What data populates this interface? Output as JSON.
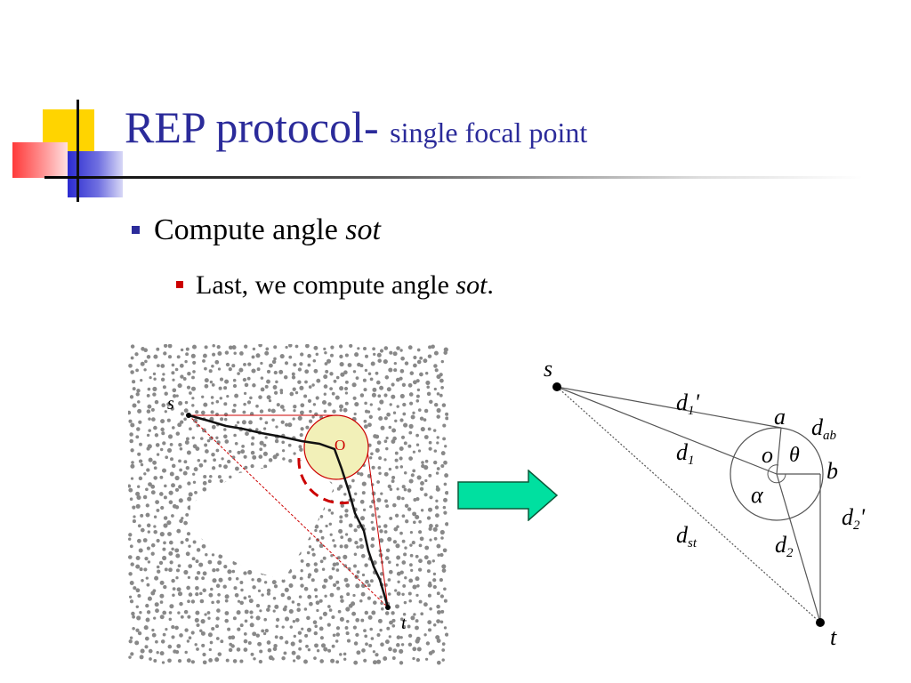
{
  "title": {
    "main": "REP protocol- ",
    "sub": "single focal point"
  },
  "bullets": [
    {
      "text": "Compute angle ",
      "italic": "sot",
      "tail": ""
    },
    {
      "text": "Last, we compute angle ",
      "italic": "sot",
      "tail": "."
    }
  ],
  "left_diagram": {
    "label_s": "s",
    "label_t": "t",
    "label_o": "O",
    "colors": {
      "boundary": "#cc0000",
      "focal_fill": "#f2f0b8",
      "dots": "#888888"
    }
  },
  "arrow": {
    "color": "#00e0a0"
  },
  "right_diagram": {
    "label_s": "s",
    "label_t": "t",
    "label_a": "a",
    "label_b": "b",
    "label_o": "o",
    "label_theta": "θ",
    "label_alpha": "α",
    "label_d1prime": {
      "base": "d",
      "sub": "1",
      "sup": "'"
    },
    "label_dab": {
      "base": "d",
      "sub": "ab"
    },
    "label_d1": {
      "base": "d",
      "sub": "1"
    },
    "label_dst": {
      "base": "d",
      "sub": "st"
    },
    "label_d2": {
      "base": "d",
      "sub": "2"
    },
    "label_d2prime": {
      "base": "d",
      "sub": "2",
      "sup": "'"
    }
  }
}
